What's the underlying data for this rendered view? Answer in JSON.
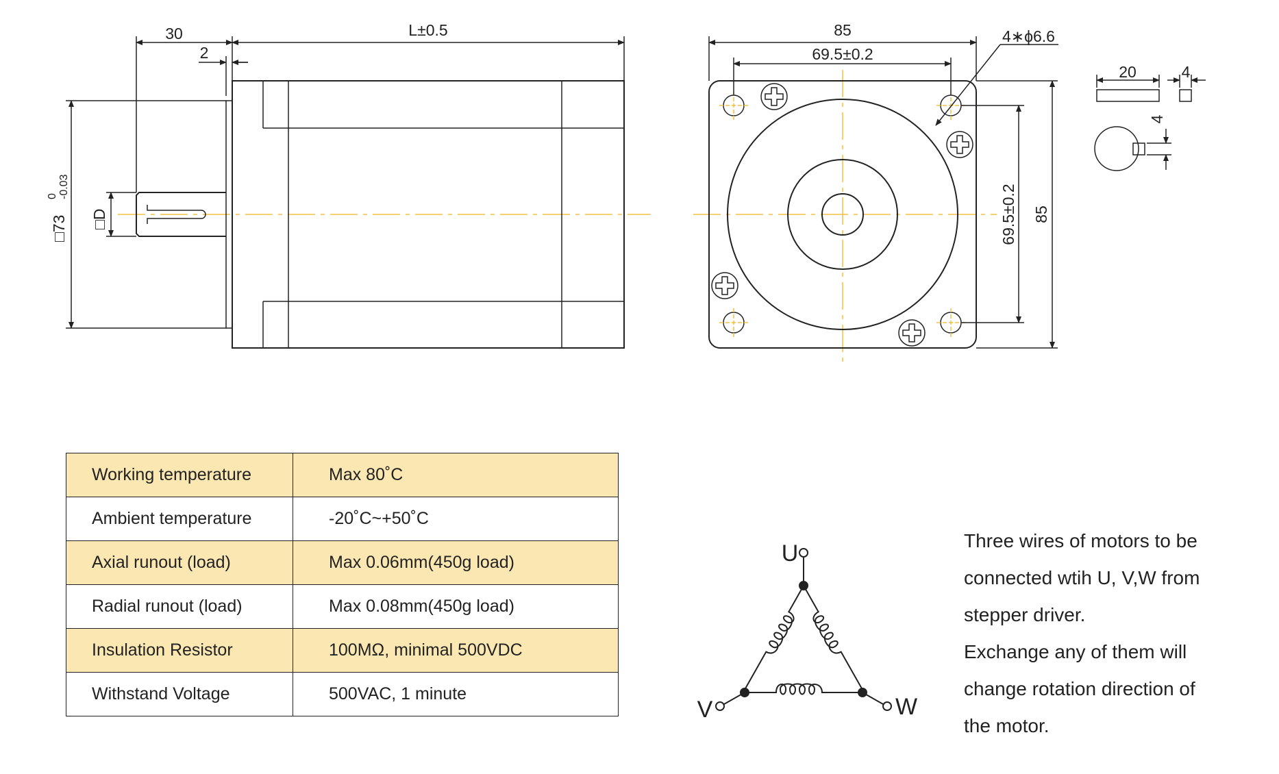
{
  "dimensions": {
    "shaft_length": "30",
    "flange_step": "2",
    "body_length": "L±0.5",
    "flange_square": "□73",
    "flange_tol_upper": "0",
    "flange_tol_lower": "-0.03",
    "shaft_diameter": "□D",
    "front_width": "85",
    "hole_spacing_h": "69.5±0.2",
    "hole_spec": "4∗ϕ6.6",
    "hole_spacing_v": "69.5±0.2",
    "front_height": "85",
    "key_length": "20",
    "key_width": "4",
    "key_height": "4"
  },
  "spec_table": [
    {
      "param": "Working temperature",
      "value": "Max 80˚C",
      "highlight": true
    },
    {
      "param": "Ambient temperature",
      "value": "-20˚C~+50˚C",
      "highlight": false
    },
    {
      "param": "Axial runout (load)",
      "value": "Max 0.06mm(450g load)",
      "highlight": true
    },
    {
      "param": "Radial runout (load)",
      "value": "Max 0.08mm(450g load)",
      "highlight": false
    },
    {
      "param": "Insulation Resistor",
      "value": "100MΩ, minimal 500VDC",
      "highlight": true
    },
    {
      "param": "Withstand Voltage",
      "value": "500VAC, 1 minute",
      "highlight": false
    }
  ],
  "wiring": {
    "terminal_u": "U",
    "terminal_v": "V",
    "terminal_w": "W"
  },
  "note": {
    "line1": "Three wires of  motors to be",
    "line2": "connected wtih U, V,W from",
    "line3": "stepper driver.",
    "line4": "Exchange any of them will",
    "line5": "change rotation direction of",
    "line6": "the motor."
  },
  "colors": {
    "line": "#222222",
    "centerline": "#f0c040",
    "highlight": "#fbe7b2"
  }
}
